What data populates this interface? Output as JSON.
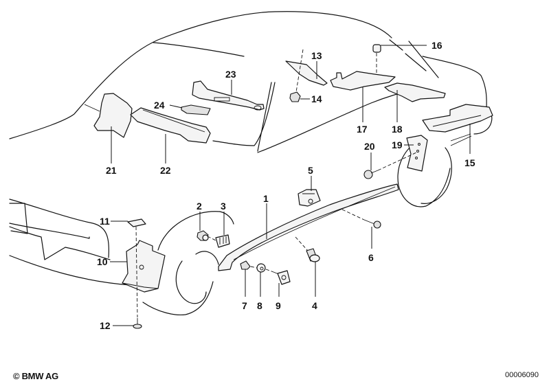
{
  "diagram": {
    "title": "Body trim / wheel arch and sill cover parts",
    "callouts": [
      {
        "id": "1",
        "label": "1"
      },
      {
        "id": "2",
        "label": "2"
      },
      {
        "id": "3",
        "label": "3"
      },
      {
        "id": "4",
        "label": "4"
      },
      {
        "id": "5",
        "label": "5"
      },
      {
        "id": "6",
        "label": "6"
      },
      {
        "id": "7",
        "label": "7"
      },
      {
        "id": "8",
        "label": "8"
      },
      {
        "id": "9",
        "label": "9"
      },
      {
        "id": "10",
        "label": "10"
      },
      {
        "id": "11",
        "label": "11"
      },
      {
        "id": "12",
        "label": "12"
      },
      {
        "id": "13",
        "label": "13"
      },
      {
        "id": "14",
        "label": "14"
      },
      {
        "id": "15",
        "label": "15"
      },
      {
        "id": "16",
        "label": "16"
      },
      {
        "id": "17",
        "label": "17"
      },
      {
        "id": "18",
        "label": "18"
      },
      {
        "id": "19",
        "label": "19"
      },
      {
        "id": "20",
        "label": "20"
      },
      {
        "id": "21",
        "label": "21"
      },
      {
        "id": "22",
        "label": "22"
      },
      {
        "id": "23",
        "label": "23"
      },
      {
        "id": "24",
        "label": "24"
      }
    ]
  },
  "footer": {
    "copyright": "© BMW AG",
    "diagram_number": "00006090"
  }
}
